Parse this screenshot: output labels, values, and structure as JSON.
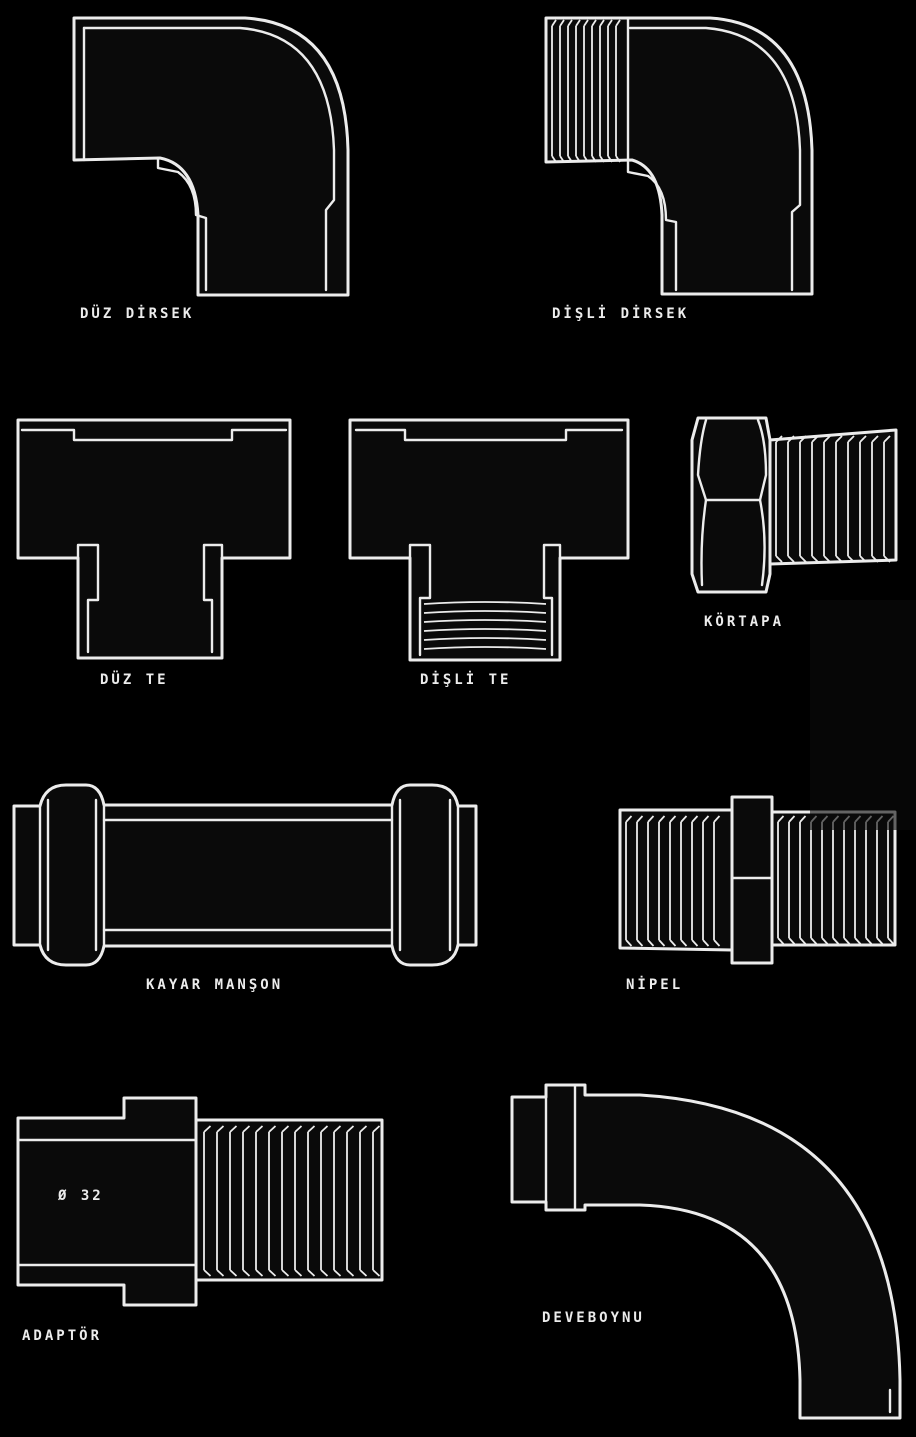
{
  "labels": {
    "duz_dirsek": "DÜZ DİRSEK",
    "disli_dirsek": "DİŞLİ DİRSEK",
    "duz_te": "DÜZ TE",
    "disli_te": "DİŞLİ TE",
    "kortapa": "KÖRTAPA",
    "kayar_manson": "KAYAR MANŞON",
    "nipel": "NİPEL",
    "adaptor": "ADAPTÖR",
    "deveboynu": "DEVEBOYNU"
  },
  "adaptor_dimension": "Ø 32",
  "colors": {
    "background": "#000000",
    "line": "#ececec"
  }
}
